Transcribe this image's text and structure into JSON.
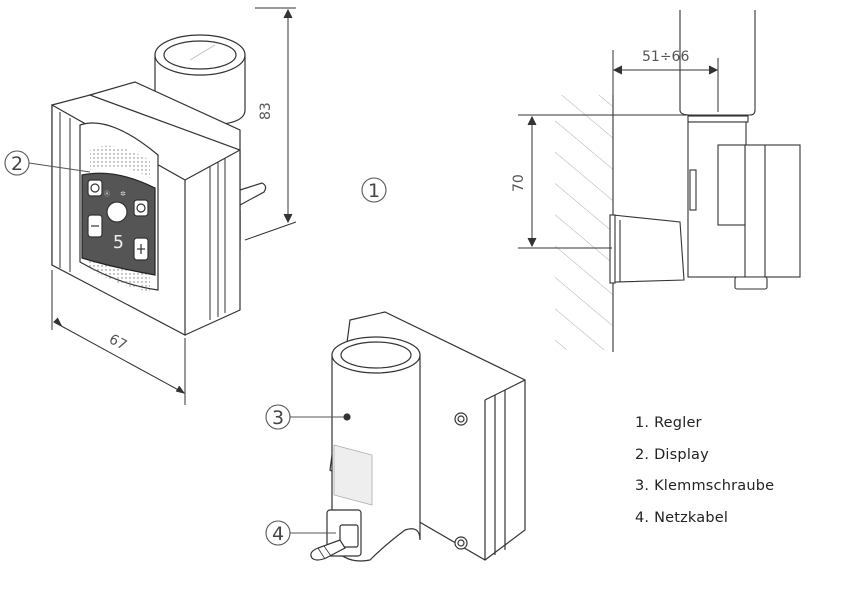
{
  "dimensions": {
    "width": "67",
    "height": "83",
    "wall_height": "70",
    "wall_range": "51÷66"
  },
  "callouts": {
    "c1": "1",
    "c2": "2",
    "c3": "3",
    "c4": "4"
  },
  "display": {
    "digit": "5",
    "small_label_left": "Ⓐ",
    "small_label_right": "✲"
  },
  "legend": {
    "items": [
      {
        "number": "1.",
        "label": "Regler"
      },
      {
        "number": "2.",
        "label": "Display"
      },
      {
        "number": "3.",
        "label": "Klemmschraube"
      },
      {
        "number": "4.",
        "label": "Netzkabel"
      }
    ]
  }
}
